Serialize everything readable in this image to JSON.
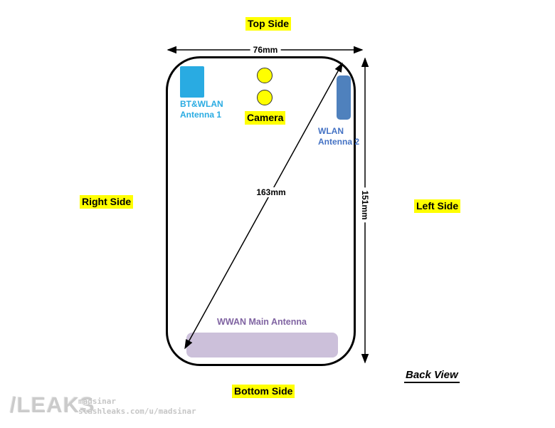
{
  "diagram": {
    "view_label": "Back View",
    "side_labels": {
      "top": "Top Side",
      "right": "Right Side",
      "left": "Left Side",
      "bottom": "Bottom Side"
    },
    "dimensions": {
      "width": "76mm",
      "height": "151mm",
      "diagonal": "163mm"
    },
    "components": {
      "antenna1": {
        "line1": "BT&WLAN",
        "line2": "Antenna 1",
        "fill_color": "#29ABE2",
        "text_color": "#29ABE2"
      },
      "camera": {
        "label": "Camera",
        "lens_color": "#FFFF00"
      },
      "antenna2": {
        "line1": "WLAN",
        "line2": "Antenna 2",
        "fill_color": "#4F81BD",
        "text_color": "#4472C4"
      },
      "wwan": {
        "label": "WWAN Main Antenna",
        "fill_color": "#CCC0DA",
        "text_color": "#8064A2"
      }
    },
    "colors": {
      "highlight": "#FFFF00",
      "outline": "#000000",
      "background": "#FFFFFF"
    }
  },
  "watermark": {
    "logo": "/LEAKS",
    "username": "madsinar",
    "url": "slashleaks.com/u/madsinar"
  }
}
